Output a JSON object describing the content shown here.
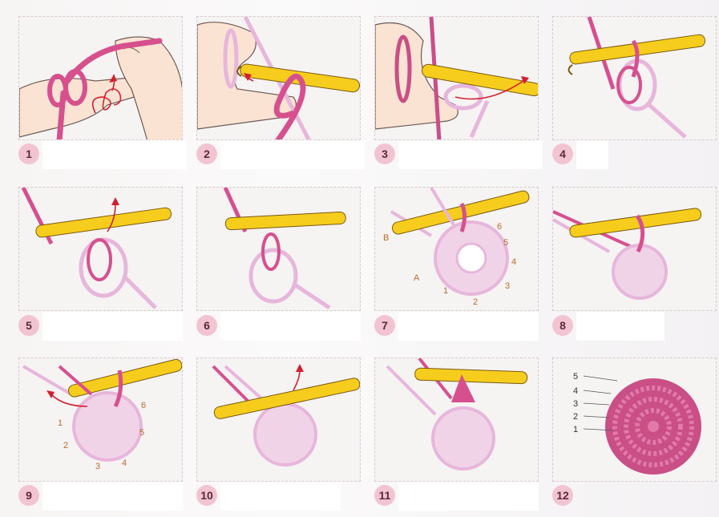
{
  "steps": [
    {
      "number": "1"
    },
    {
      "number": "2"
    },
    {
      "number": "3"
    },
    {
      "number": "4"
    },
    {
      "number": "5"
    },
    {
      "number": "6"
    },
    {
      "number": "7",
      "labels": [
        "B",
        "A",
        "1",
        "2",
        "3",
        "4",
        "5",
        "6"
      ]
    },
    {
      "number": "8"
    },
    {
      "number": "9",
      "labels": [
        "1",
        "2",
        "3",
        "4",
        "5",
        "6"
      ]
    },
    {
      "number": "10"
    },
    {
      "number": "11"
    },
    {
      "number": "12",
      "labels": [
        "5",
        "4",
        "3",
        "2",
        "1"
      ]
    }
  ],
  "colors": {
    "yarn": "#d6508e",
    "loop": "#e7b6db",
    "hook": "#f6cd1c",
    "finished": "#c94f86",
    "arrow": "#d2202f",
    "label": "#b86a2a",
    "badge": "#f2c4d2"
  }
}
